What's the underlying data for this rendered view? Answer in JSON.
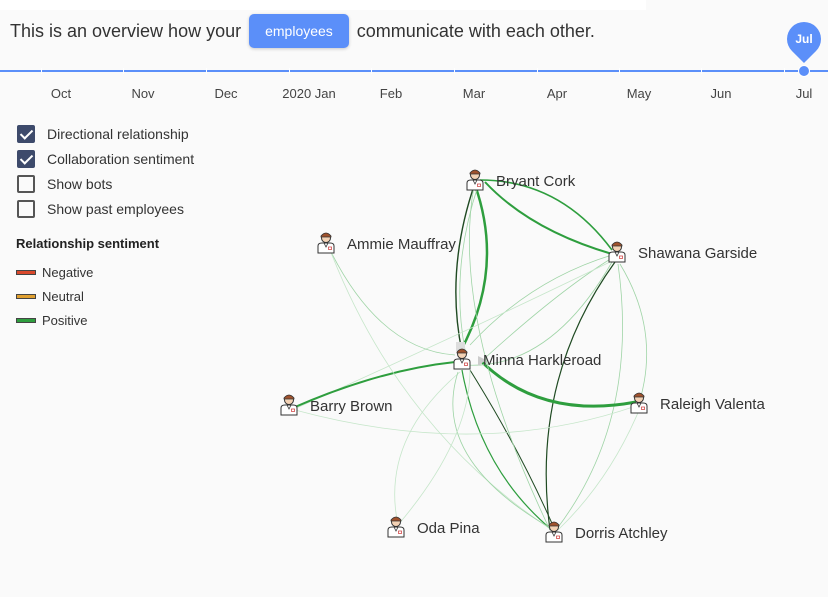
{
  "header": {
    "prefix": "This is an overview how your",
    "group_button": "employees",
    "suffix": "communicate with each other."
  },
  "timeline": {
    "months": [
      "Oct",
      "Nov",
      "Dec",
      "2020 Jan",
      "Feb",
      "Mar",
      "Apr",
      "May",
      "Jun",
      "Jul"
    ],
    "selected": "Jul"
  },
  "options": [
    {
      "label": "Directional relationship",
      "checked": true
    },
    {
      "label": "Collaboration sentiment",
      "checked": true
    },
    {
      "label": "Show bots",
      "checked": false
    },
    {
      "label": "Show past employees",
      "checked": false
    }
  ],
  "legend": {
    "title": "Relationship sentiment",
    "items": [
      {
        "label": "Negative",
        "color": "#d9482b"
      },
      {
        "label": "Neutral",
        "color": "#e0a030"
      },
      {
        "label": "Positive",
        "color": "#2e9e3e"
      }
    ]
  },
  "graph": {
    "nodes": [
      {
        "name": "Bryant Cork"
      },
      {
        "name": "Ammie Mauffray"
      },
      {
        "name": "Shawana Garside"
      },
      {
        "name": "Minna Harkleroad"
      },
      {
        "name": "Barry Brown"
      },
      {
        "name": "Raleigh Valenta"
      },
      {
        "name": "Oda Pina"
      },
      {
        "name": "Dorris Atchley"
      }
    ]
  }
}
